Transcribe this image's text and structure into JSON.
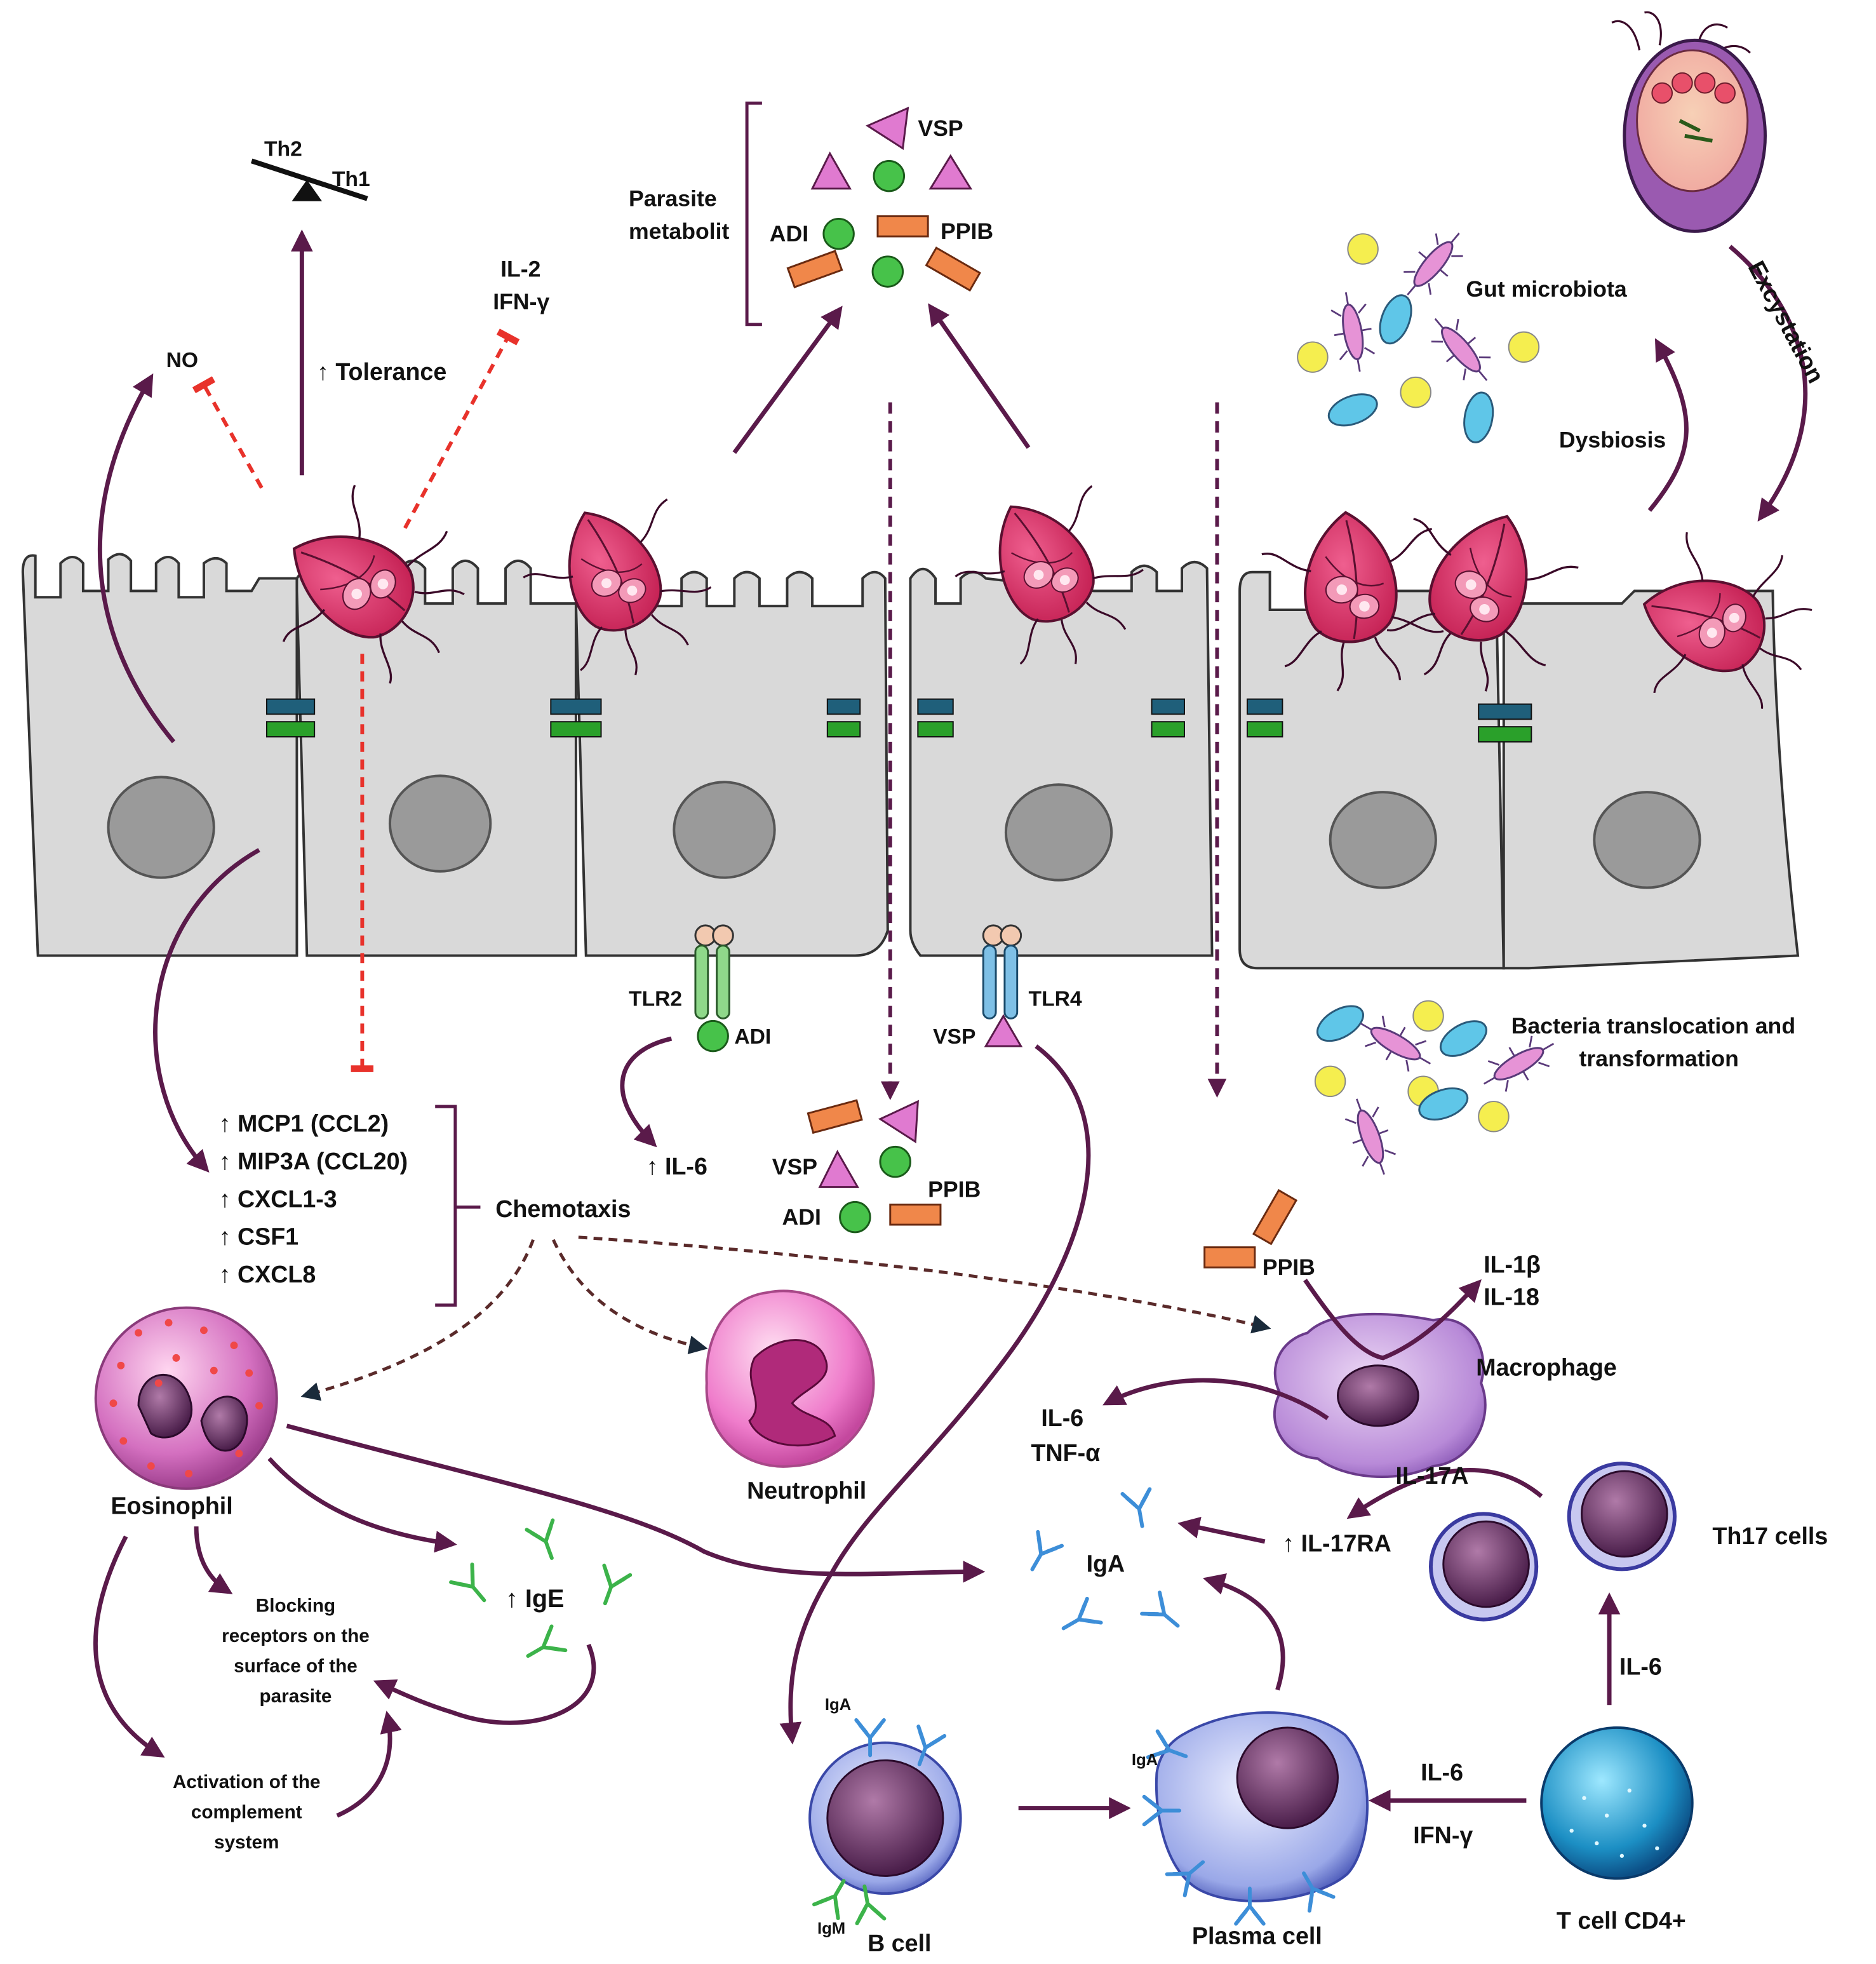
{
  "colors": {
    "arrow": "#5a1a4a",
    "inhibit": "#e8322b",
    "cell_fill": "#d9d9d9",
    "parasite": "#d62a5f",
    "junction_top": "#1f5f7a",
    "junction_bottom": "#2aa02a",
    "vsp": "#e07ad0",
    "adi": "#47c24a",
    "ppib": "#f0874a",
    "microbe_yellow": "#f5ee4f",
    "microbe_blue": "#5fc6e8",
    "microbe_pink": "#e693d6",
    "antibody_blue": "#3d8ed8",
    "antibody_green": "#3cb34a"
  },
  "labels": {
    "th2": "Th2",
    "th1": "Th1",
    "tolerance": "↑ Tolerance",
    "no": "NO",
    "il2": "IL-2",
    "ifng_top": "IFN-γ",
    "parasite_metabolit_1": "Parasite",
    "parasite_metabolit_2": "metabolit",
    "vsp_top": "VSP",
    "adi_top": "ADI",
    "ppib_top": "PPIB",
    "gut_microbiota": "Gut microbiota",
    "excystation": "Excystation",
    "dysbiosis": "Dysbiosis",
    "tlr2": "TLR2",
    "tlr4": "TLR4",
    "adi_receptor": "ADI",
    "vsp_receptor": "VSP",
    "bacteria_1": "Bacteria translocation and",
    "bacteria_2": "transformation",
    "chemokines": [
      "↑ MCP1 (CCL2)",
      "↑ MIP3A (CCL20)",
      "↑ CXCL1-3",
      "↑ CSF1",
      "↑ CXCL8"
    ],
    "chemotaxis": "Chemotaxis",
    "il6_up": "↑ IL-6",
    "vsp_mid": "VSP",
    "adi_mid": "ADI",
    "ppib_mid": "PPIB",
    "ppib_macro": "PPIB",
    "il1b": "IL-1β",
    "il18": "IL-18",
    "macrophage": "Macrophage",
    "il6_macro": "IL-6",
    "tnfa": "TNF-α",
    "eosinophil": "Eosinophil",
    "neutrophil": "Neutrophil",
    "il17a": "IL-17A",
    "il17ra": "↑ IL-17RA",
    "th17": "Th17 cells",
    "iga_center": "IgA",
    "ige": "↑ IgE",
    "blocking": [
      "Blocking",
      "receptors on the",
      "surface of the",
      "parasite"
    ],
    "complement": [
      "Activation of the",
      "complement",
      "system"
    ],
    "il6_tcell": "IL-6",
    "il6_plasma": "IL-6",
    "ifng_plasma": "IFN-γ",
    "iga_bcell": "IgA",
    "igm_bcell": "IgM",
    "iga_plasma": "IgA",
    "bcell": "B cell",
    "plasma": "Plasma cell",
    "tcell": "T cell CD4+"
  }
}
